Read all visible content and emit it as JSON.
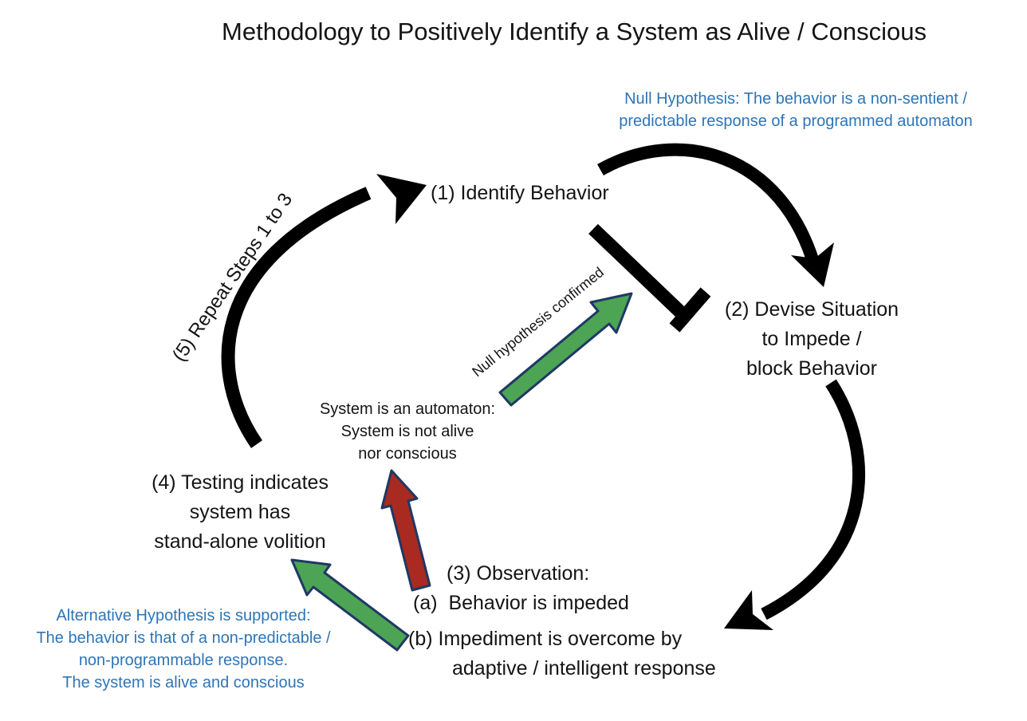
{
  "title": "Methodology to Positively Identify a System as Alive / Conscious",
  "annotations": {
    "null_hypothesis": {
      "lines": [
        "Null Hypothesis: The behavior is a non-sentient /",
        "predictable response of a programmed automaton"
      ]
    },
    "alternative_hypothesis": {
      "lines": [
        "Alternative Hypothesis is supported:",
        "The behavior is that of a non-predictable /",
        "non-programmable response.",
        "The system is alive and conscious"
      ]
    },
    "automaton_conclusion": {
      "lines": [
        "System is an automaton:",
        "System is not alive",
        "nor conscious"
      ]
    },
    "null_confirmed_label": "Null hypothesis confirmed",
    "repeat_label": "(5) Repeat Steps 1 to 3"
  },
  "steps": {
    "step1": {
      "label": "(1) Identify Behavior"
    },
    "step2": {
      "lines": [
        "(2) Devise Situation",
        "to Impede /",
        "block Behavior"
      ]
    },
    "step3": {
      "lines": [
        "(3) Observation:",
        "(a)  Behavior is impeded",
        "(b) Impediment is overcome by",
        "adaptive / intelligent response"
      ]
    },
    "step4": {
      "lines": [
        "(4) Testing indicates",
        "system has",
        "stand-alone volition"
      ]
    }
  },
  "colors": {
    "accent_blue": "#2E75B6",
    "arrow_green": "#4CA454",
    "arrow_red": "#A92A20",
    "arrow_outline": "#1F3864",
    "arrow_black": "#000000"
  }
}
